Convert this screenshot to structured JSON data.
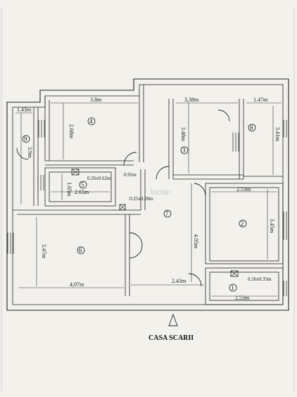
{
  "plan": {
    "title": "CASA SCARII",
    "watermark": "lucian",
    "rooms": [
      {
        "id": "room-4",
        "number": "4",
        "dims": [
          "3.8m",
          "2.68m"
        ]
      },
      {
        "id": "room-3",
        "number": "3",
        "dims": [
          "3,38m",
          "3.48m"
        ]
      },
      {
        "id": "room-8",
        "number": "8",
        "dims": [
          "1.47m",
          "3.41m"
        ]
      },
      {
        "id": "room-9",
        "number": "9",
        "dims": [
          "1.43m",
          "3.9m"
        ]
      },
      {
        "id": "room-5",
        "number": "5",
        "dims": [
          "1.65m",
          "2.65m"
        ]
      },
      {
        "id": "room-2",
        "number": "2",
        "dims": [
          "2.53m",
          "3.45m"
        ]
      },
      {
        "id": "room-7",
        "number": "7",
        "dims": [
          "4.95m",
          "2.43m"
        ]
      },
      {
        "id": "room-6",
        "number": "6",
        "dims": [
          "3.47m",
          "4,97m"
        ]
      },
      {
        "id": "room-1",
        "number": "1",
        "dims": [
          "2.53m"
        ]
      }
    ],
    "labels": {
      "vent_5": "0.26x0.62m",
      "door_095": "0.95m",
      "vent_7": "0.25x0.28m",
      "vent_1": "0.26x0.35m"
    }
  }
}
